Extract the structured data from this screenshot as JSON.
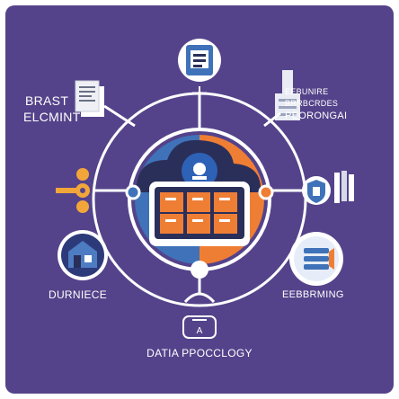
{
  "labels": {
    "top_left_line1": "BRAST",
    "top_left_line2": "ELCMINT",
    "top_right_line1": "EEBUNIRE",
    "top_right_line2": "BRRBCRDES",
    "top_right_line3": "PEORONGAI",
    "bottom_left": "DURNIECE",
    "bottom_right": "EEBBRMING",
    "title": "DATIA PPOCCLOGY"
  },
  "colors": {
    "background": "#54438a",
    "ring": "#ffffff",
    "blue": "#3f72b8",
    "orange": "#ef7e35",
    "dark_navy": "#2a2f5a"
  },
  "icons": [
    "central-cloud-icon",
    "monitor-icon",
    "document-icon",
    "gear-chain-icon",
    "shield-icon",
    "server-icon",
    "building-icon",
    "network-icon",
    "person-icon",
    "stack-icon"
  ]
}
